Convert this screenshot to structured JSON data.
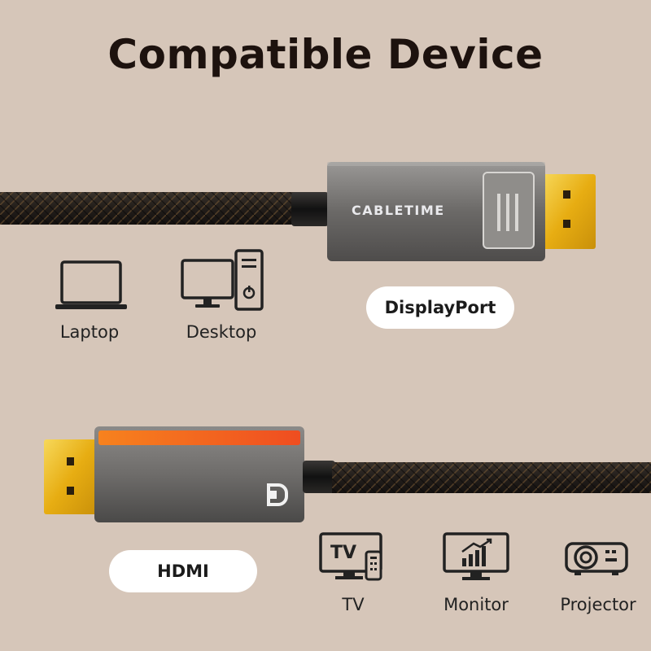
{
  "title": "Compatible Device",
  "brand": "CABLETIME",
  "ports": {
    "displayport": "DisplayPort",
    "hdmi": "HDMI"
  },
  "devices": {
    "top": [
      {
        "label": "Laptop",
        "icon": "laptop-icon"
      },
      {
        "label": "Desktop",
        "icon": "desktop-icon"
      }
    ],
    "bottom": [
      {
        "label": "TV",
        "icon": "tv-icon",
        "icon_text": "TV"
      },
      {
        "label": "Monitor",
        "icon": "monitor-icon"
      },
      {
        "label": "Projector",
        "icon": "projector-icon"
      }
    ]
  },
  "colors": {
    "background": "#d6c6b9",
    "text": "#1d120e",
    "gold": "#f2c21f",
    "orange_stripe": "#f56a1e",
    "shell_gray": "#6a6866",
    "braid": "#2a2521"
  }
}
